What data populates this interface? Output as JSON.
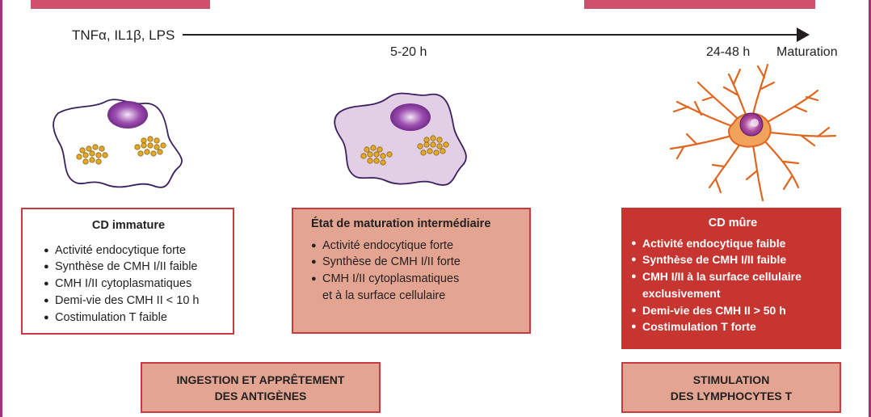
{
  "colors": {
    "frame": "#a5307a",
    "tab": "#cf4f6d",
    "box_border": "#c73a3f",
    "box_fill_light": "#e3a591",
    "box_fill_strong": "#c73530",
    "cell_outline": "#3b1f5e",
    "nucleus": "#7b2a8c",
    "granules": "#e3a92b",
    "dendrite": "#e0661f"
  },
  "timeline": {
    "stimuli": "TNFα, IL1β, LPS",
    "time_mid": "5-20 h",
    "time_right": "24-48 h",
    "end_label": "Maturation"
  },
  "immature": {
    "title": "CD immature",
    "items": [
      "Activité endocytique forte",
      "Synthèse de CMH I/II faible",
      "CMH I/II cytoplasmatiques",
      "Demi-vie des CMH II < 10 h",
      "Costimulation T faible"
    ]
  },
  "intermediate": {
    "title": "État de maturation intermédiaire",
    "items": [
      "Activité endocytique forte",
      "Synthèse de CMH I/II forte",
      "CMH I/II cytoplasmatiques",
      "et à la surface cellulaire"
    ]
  },
  "mature": {
    "title": "CD mûre",
    "items": [
      "Activité endocytique faible",
      "Synthèse de CMH I/II faible",
      "CMH I/II à la surface cellulaire",
      "exclusivement",
      "Demi-vie des CMH II > 50 h",
      "Costimulation T forte"
    ]
  },
  "labels": {
    "left_line1": "INGESTION ET APPRÊTEMENT",
    "left_line2": "DES ANTIGÈNES",
    "right_line1": "STIMULATION",
    "right_line2": "DES LYMPHOCYTES T"
  }
}
